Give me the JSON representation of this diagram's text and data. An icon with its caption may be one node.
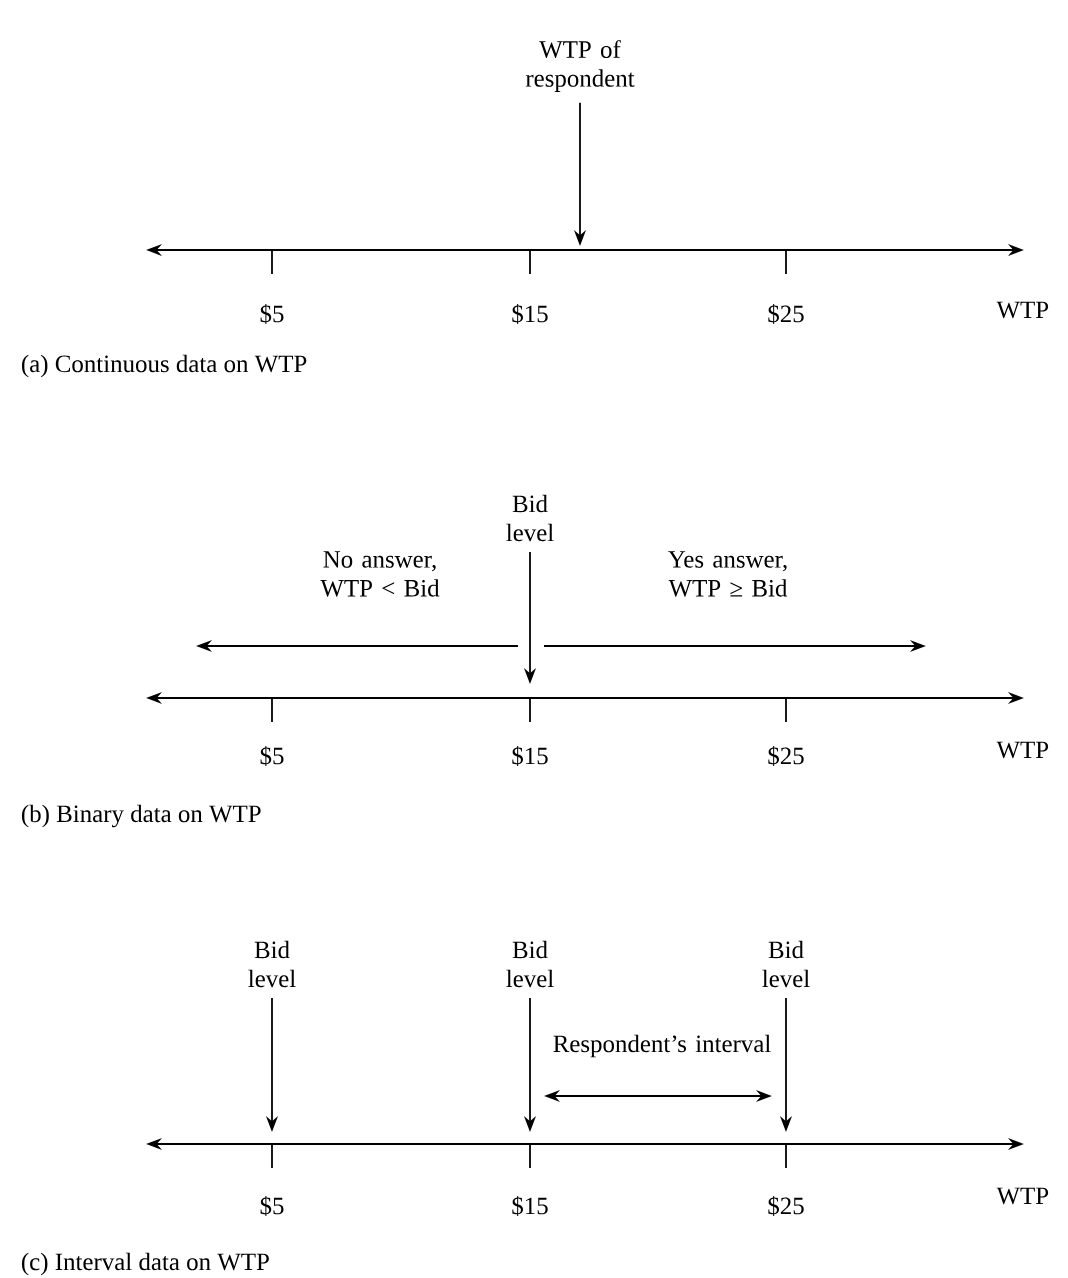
{
  "diagram": {
    "nodes": [
      {
        "text": [
          "WTP of respondent"
        ]
      },
      {
        "text": [
          "Bid level"
        ]
      },
      {
        "text": [
          "Bid level"
        ]
      },
      {
        "text": [
          "Bid level"
        ]
      },
      {
        "text": [
          "Bid level"
        ]
      }
    ],
    "edges": [
      {
        "from": 0,
        "to": null,
        "arrow": "to"
      },
      {
        "from": 1,
        "to": null,
        "arrow": "to"
      },
      {
        "from": 2,
        "to": null,
        "arrow": "to"
      },
      {
        "from": 3,
        "to": null,
        "arrow": "to"
      },
      {
        "from": 4,
        "to": null,
        "arrow": "to"
      }
    ],
    "labels": [
      "$5",
      "$15",
      "$25",
      "WTP",
      "(a) Continuous data on WTP",
      "No answer, WTP < Bid",
      "Yes answer, WTP ≥ Bid",
      "$5",
      "$15",
      "$25",
      "WTP",
      "(b) Binary data on WTP",
      "Respondent’s interval",
      "$5",
      "$15",
      "$25",
      "WTP",
      "(c) Interval data on WTP"
    ]
  }
}
